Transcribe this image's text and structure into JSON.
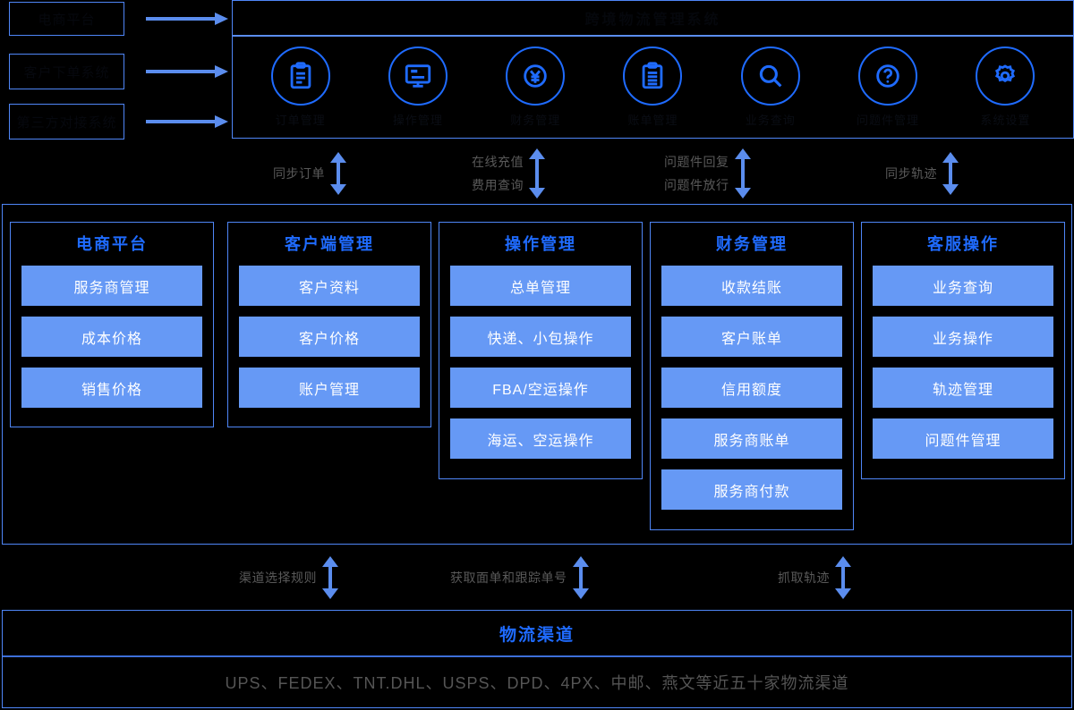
{
  "sources": [
    {
      "label": "电商平台"
    },
    {
      "label": "客户下单系统"
    },
    {
      "label": "第三方对接系统"
    }
  ],
  "platform": {
    "title": "跨境物流管理系统",
    "icons": [
      {
        "icon": "document-icon",
        "label": "订单管理"
      },
      {
        "icon": "monitor-icon",
        "label": "操作管理"
      },
      {
        "icon": "yen-icon",
        "label": "财务管理"
      },
      {
        "icon": "clipboard-icon",
        "label": "账单管理"
      },
      {
        "icon": "search-icon",
        "label": "业务查询"
      },
      {
        "icon": "question-icon",
        "label": "问题件管理"
      },
      {
        "icon": "gear-icon",
        "label": "系统设置"
      }
    ]
  },
  "upper_links": [
    {
      "lines": [
        "同步订单"
      ]
    },
    {
      "lines": [
        "在线充值",
        "费用查询"
      ]
    },
    {
      "lines": [
        "问题件回复",
        "问题件放行"
      ]
    },
    {
      "lines": [
        "同步轨迹"
      ]
    }
  ],
  "lower_links": [
    {
      "lines": [
        "渠道选择规则"
      ]
    },
    {
      "lines": [
        "获取面单和跟踪单号"
      ]
    },
    {
      "lines": [
        "抓取轨迹"
      ]
    }
  ],
  "cards": [
    {
      "title": "电商平台",
      "items": [
        "服务商管理",
        "成本价格",
        "销售价格"
      ]
    },
    {
      "title": "客户端管理",
      "items": [
        "客户资料",
        "客户价格",
        "账户管理"
      ]
    },
    {
      "title": "操作管理",
      "items": [
        "总单管理",
        "快递、小包操作",
        "FBA/空运操作",
        "海运、空运操作"
      ]
    },
    {
      "title": "财务管理",
      "items": [
        "收款结账",
        "客户账单",
        "信用额度",
        "服务商账单",
        "服务商付款"
      ]
    },
    {
      "title": "客服操作",
      "items": [
        "业务查询",
        "业务操作",
        "轨迹管理",
        "问题件管理"
      ]
    }
  ],
  "channels": {
    "title": "物流渠道",
    "subtitle": "UPS、FEDEX、TNT.DHL、USPS、DPD、4PX、中邮、燕文等近五十家物流渠道"
  },
  "colors": {
    "accent": "#1f6bff",
    "arrow": "#5b8dee",
    "item_bg": "#6699f5",
    "border": "#4f86f7",
    "background": "#000000"
  }
}
